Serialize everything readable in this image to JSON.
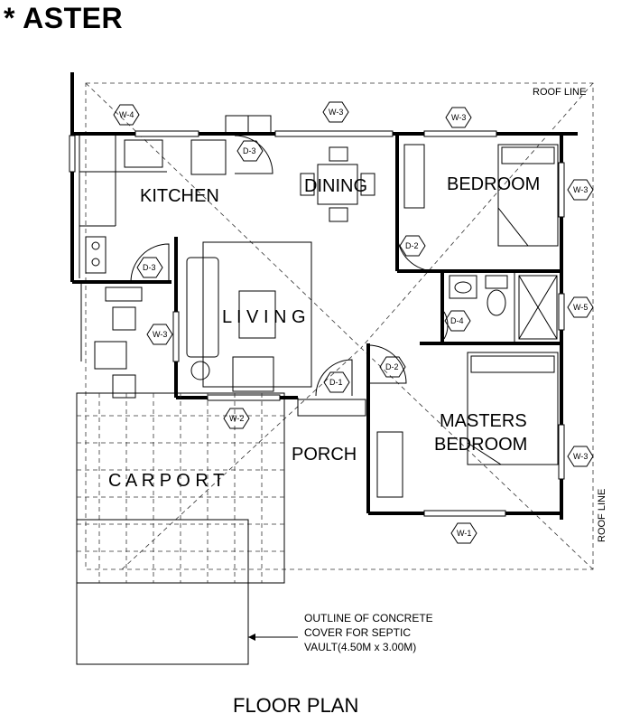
{
  "title": "* ASTER",
  "rooms": {
    "kitchen": "KITCHEN",
    "dining": "DINING",
    "bedroom": "BEDROOM",
    "living": "L I V I N G",
    "masters_line1": "MASTERS",
    "masters_line2": "BEDROOM",
    "porch": "PORCH",
    "carport": "C A R P O R T"
  },
  "roof_line": "ROOF LINE",
  "tags": {
    "w1": "W-1",
    "w2": "W-2",
    "w3": "W-3",
    "w4": "W-4",
    "w5": "W-5",
    "d1": "D-1",
    "d2": "D-2",
    "d3": "D-3",
    "d4": "D-4"
  },
  "note": {
    "line1": "OUTLINE OF CONCRETE",
    "line2": "COVER FOR SEPTIC",
    "line3": "VAULT(4.50M x 3.00M)"
  },
  "caption": "FLOOR PLAN"
}
